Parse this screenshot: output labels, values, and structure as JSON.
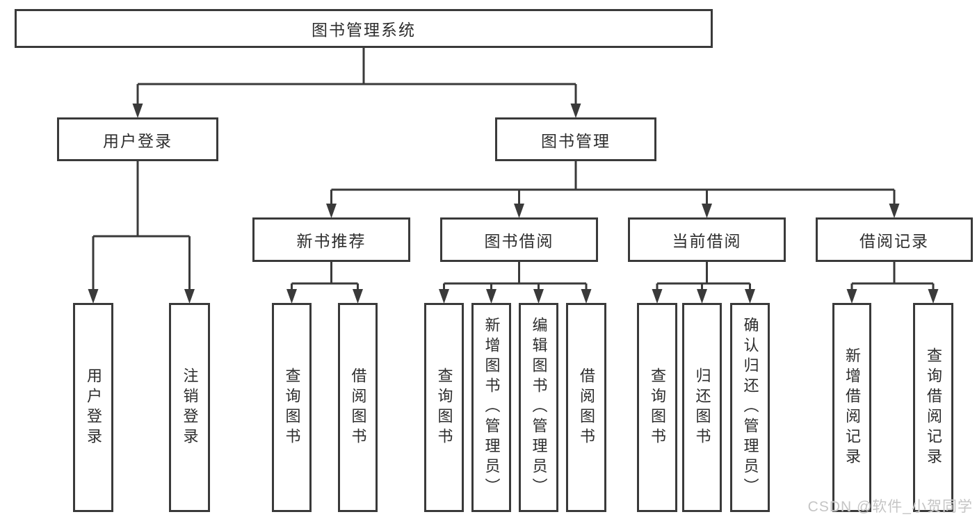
{
  "diagram_title": "图书管理系统",
  "nodes": {
    "root": {
      "label": "图书管理系统"
    },
    "user_login": {
      "label": "用户登录"
    },
    "book_mgmt": {
      "label": "图书管理"
    },
    "new_book_rec": {
      "label": "新书推荐"
    },
    "book_borrow": {
      "label": "图书借阅"
    },
    "current_borrow": {
      "label": "当前借阅"
    },
    "borrow_record": {
      "label": "借阅记录"
    },
    "leaf_user_login": {
      "label": "用户登录"
    },
    "leaf_logout": {
      "label": "注销登录"
    },
    "leaf_nbr_query": {
      "label": "查询图书"
    },
    "leaf_nbr_borrow": {
      "label": "借阅图书"
    },
    "leaf_bb_query": {
      "label": "查询图书"
    },
    "leaf_bb_add": {
      "label": "新增图书（管理员）"
    },
    "leaf_bb_edit": {
      "label": "编辑图书（管理员）"
    },
    "leaf_bb_borrow": {
      "label": "借阅图书"
    },
    "leaf_cb_query": {
      "label": "查询图书"
    },
    "leaf_cb_return": {
      "label": "归还图书"
    },
    "leaf_cb_confirm": {
      "label": "确认归还（管理员）"
    },
    "leaf_br_add": {
      "label": "新增借阅记录"
    },
    "leaf_br_query": {
      "label": "查询借阅记录"
    }
  },
  "watermark": "CSDN @软件_小贺同学",
  "colors": {
    "line": "#3a3a3a",
    "text": "#2d2d2d",
    "box_fill": "#ffffff",
    "watermark": "#c5c5c5",
    "background": "#ffffff"
  }
}
